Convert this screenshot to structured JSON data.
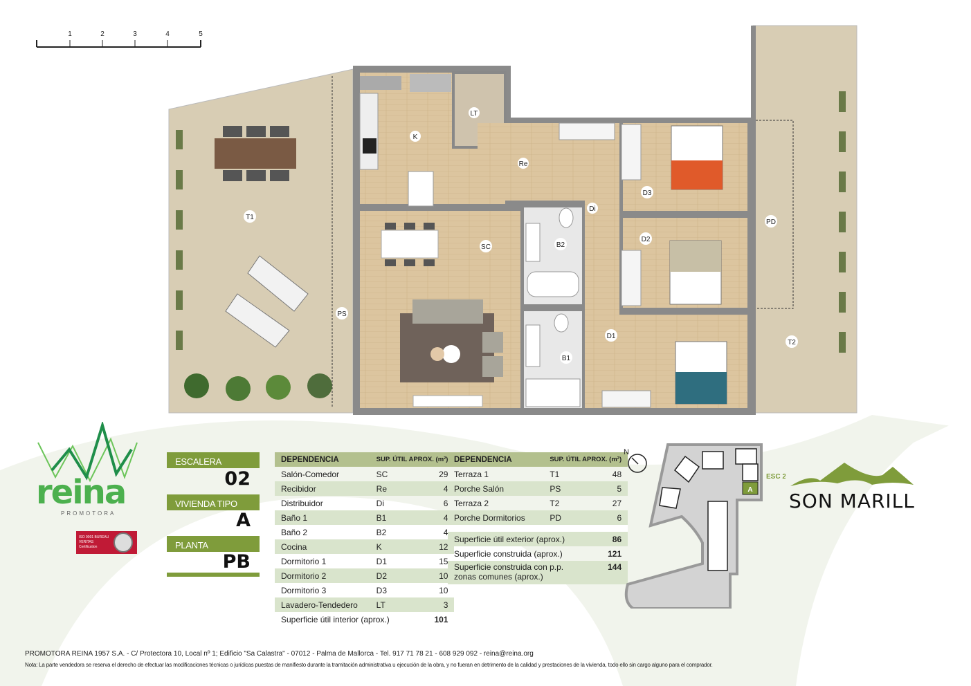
{
  "scale_bar": {
    "ticks": [
      "1",
      "2",
      "3",
      "4",
      "5"
    ]
  },
  "room_labels": {
    "K": "K",
    "LT": "LT",
    "Re": "Re",
    "Di": "Di",
    "D3": "D3",
    "SC": "SC",
    "B2": "B2",
    "D2": "D2",
    "PS": "PS",
    "D1": "D1",
    "B1": "B1",
    "T1": "T1",
    "PD": "PD",
    "T2": "T2"
  },
  "brand": {
    "name": "reina",
    "tagline": "PROMOTORA",
    "cert": "ISO 9001 BUREAU VERITAS Certification",
    "project": "SON MARILL"
  },
  "info": {
    "escalera_label": "ESCALERA",
    "escalera_value": "02",
    "vivienda_label": "VIVIENDA TIPO",
    "vivienda_value": "A",
    "planta_label": "PLANTA",
    "planta_value": "PB"
  },
  "interior_table": {
    "headers": [
      "DEPENDENCIA",
      "SUP. ÚTIL APROX. (m²)"
    ],
    "rows": [
      {
        "name": "Salón-Comedor",
        "code": "SC",
        "area": "29"
      },
      {
        "name": "Recibidor",
        "code": "Re",
        "area": "4"
      },
      {
        "name": "Distribuidor",
        "code": "Di",
        "area": "6"
      },
      {
        "name": "Baño 1",
        "code": "B1",
        "area": "4"
      },
      {
        "name": "Baño 2",
        "code": "B2",
        "area": "4"
      },
      {
        "name": "Cocina",
        "code": "K",
        "area": "12"
      },
      {
        "name": "Dormitorio 1",
        "code": "D1",
        "area": "15"
      },
      {
        "name": "Dormitorio 2",
        "code": "D2",
        "area": "10"
      },
      {
        "name": "Dormitorio 3",
        "code": "D3",
        "area": "10"
      },
      {
        "name": "Lavadero-Tendedero",
        "code": "LT",
        "area": "3"
      }
    ],
    "total_label": "Superficie útil interior (aprox.)",
    "total_value": "101"
  },
  "exterior_table": {
    "headers": [
      "DEPENDENCIA",
      "SUP. ÚTIL APROX. (m²)"
    ],
    "rows": [
      {
        "name": "Terraza 1",
        "code": "T1",
        "area": "48"
      },
      {
        "name": "Porche Salón",
        "code": "PS",
        "area": "5"
      },
      {
        "name": "Terraza 2",
        "code": "T2",
        "area": "27"
      },
      {
        "name": "Porche Dormitorios",
        "code": "PD",
        "area": "6"
      }
    ],
    "totals": [
      {
        "label": "Superficie útil exterior (aprox.)",
        "value": "86"
      },
      {
        "label": "Superficie construida (aprox.)",
        "value": "121"
      },
      {
        "label": "Superficie construida con p.p. zonas comunes (aprox.)",
        "value": "144"
      }
    ]
  },
  "site_plan": {
    "north": "N",
    "stair": "ESC 2",
    "unit": "A"
  },
  "footer": {
    "address": "PROMOTORA REINA 1957 S.A. - C/ Protectora 10, Local nº 1; Edificio \"Sa Calastra\" - 07012 - Palma de Mallorca - Tel. 917 71 78 21 - 608 929 092 - reina@reina.org",
    "note": "Nota: La parte vendedora se reserva el derecho de efectuar las modificaciones técnicas o jurídicas puestas de manifiesto durante la tramitación administrativa u ejecución de la obra, y no fueran en detrimento de la calidad y prestaciones de la vivienda, todo ello sin cargo alguno para el comprador."
  },
  "colors": {
    "accent": "#7f9c3b",
    "table_header": "#b3c08e",
    "table_alt": "#d9e4cc",
    "brand_green": "#4cb04e"
  }
}
